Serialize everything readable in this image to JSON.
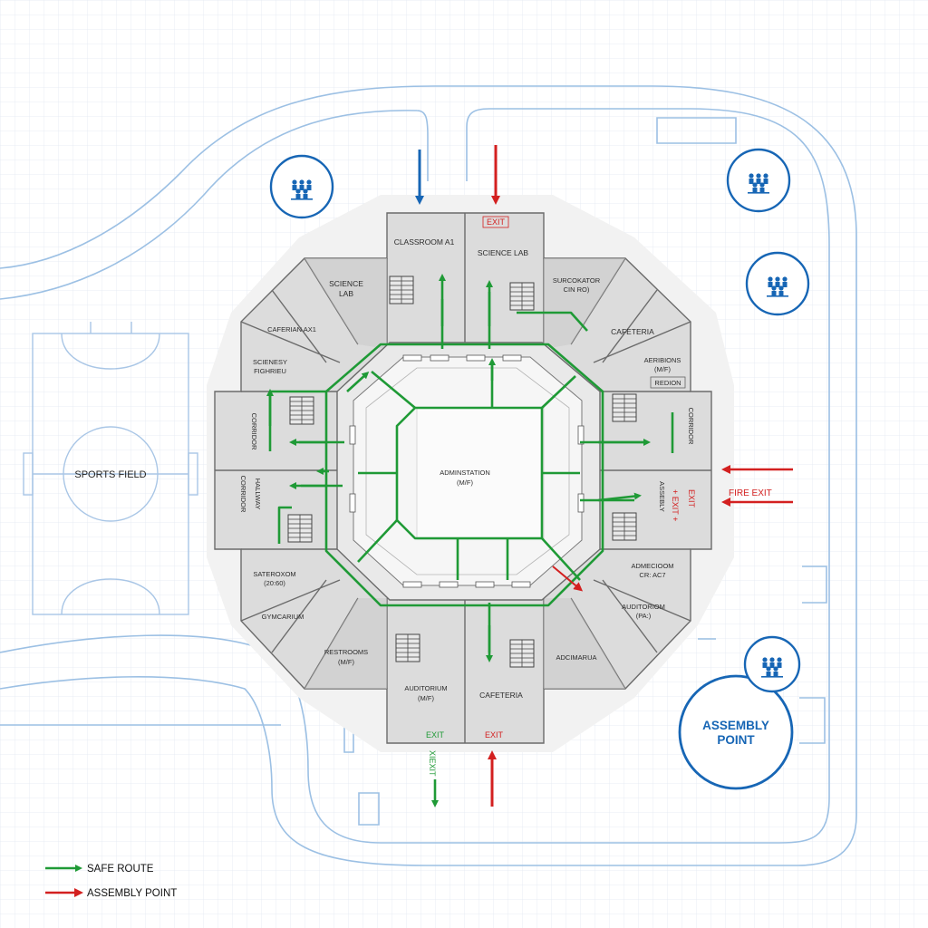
{
  "colors": {
    "grid": "#e3e9f1",
    "path": "#9cc0e4",
    "wall": "#6b6b6b",
    "room": "#dcdcdc",
    "room_dark": "#cbcbcb",
    "courtyard": "#f6f6f6",
    "safe_route": "#1f9a36",
    "exit_red": "#d32020",
    "assembly_blue": "#1766b5"
  },
  "icons": {
    "assembly": "people-group-icon",
    "stairs": "stairs-icon",
    "arrow": "arrow-icon"
  },
  "field": {
    "label": "SPORTS FIELD"
  },
  "center": {
    "line1": "ADMINSTATION",
    "line2": "(M/F)"
  },
  "rooms": {
    "classroom_a1": "CLASSROOM A1",
    "science_lab_top": "SCIENCE LAB",
    "science_lab_left_1": "SCIENCE",
    "science_lab_left_2": "LAB",
    "surcokator_1": "SURCOKATOR",
    "surcokator_2": "CIN RO)",
    "cafeteria_right": "CAFETERIA",
    "cafeteria_bottom": "CAFETERIA",
    "cafeteria_axt": "CAFERIAN AX1",
    "scienesy_1": "SCIENESY",
    "scienesy_2": "FIGHRIEU",
    "adrebions_1": "AERIBIONS",
    "adrebions_2": "(M/F)",
    "redion": "REDION",
    "corridor": "CORRIDOR",
    "corridor_hallway_1": "CORRIDOR",
    "corridor_hallway_2": "HALLWAY",
    "corridor_right": "CORRIDOR",
    "sateroom_1": "SATEROXOM",
    "sateroom_2": "(20:60)",
    "gymnasium": "GYMCARIUM",
    "restrooms_1": "RESTROOMS",
    "restrooms_2": "(M/F)",
    "auditorium_bottom_1": "AUDITORIUM",
    "auditorium_bottom_2": "(M/F)",
    "adlicoom_1": "ADMECIOOM",
    "adlicoom_2": "CR: AC7",
    "auditorium_right_1": "AUDITORIOM",
    "auditorium_right_2": "(PA:)",
    "admaruia": "ADCIMARUA",
    "assebly_right": "ASSEBLY"
  },
  "exits": {
    "top": "EXIT",
    "bottom_red": "EXIT",
    "bottom_green": "EXIT",
    "green_vertical": "XIEXIT",
    "fire_exit": "FIRE EXIT",
    "right_side": "+ EXIT +",
    "right_side_2": "EXIT"
  },
  "assembly_point": {
    "line1": "ASSEMBLY",
    "line2": "POINT"
  },
  "legend": {
    "safe_route": "SAFE ROUTE",
    "assembly_point": "ASSEMBLY POINT"
  }
}
